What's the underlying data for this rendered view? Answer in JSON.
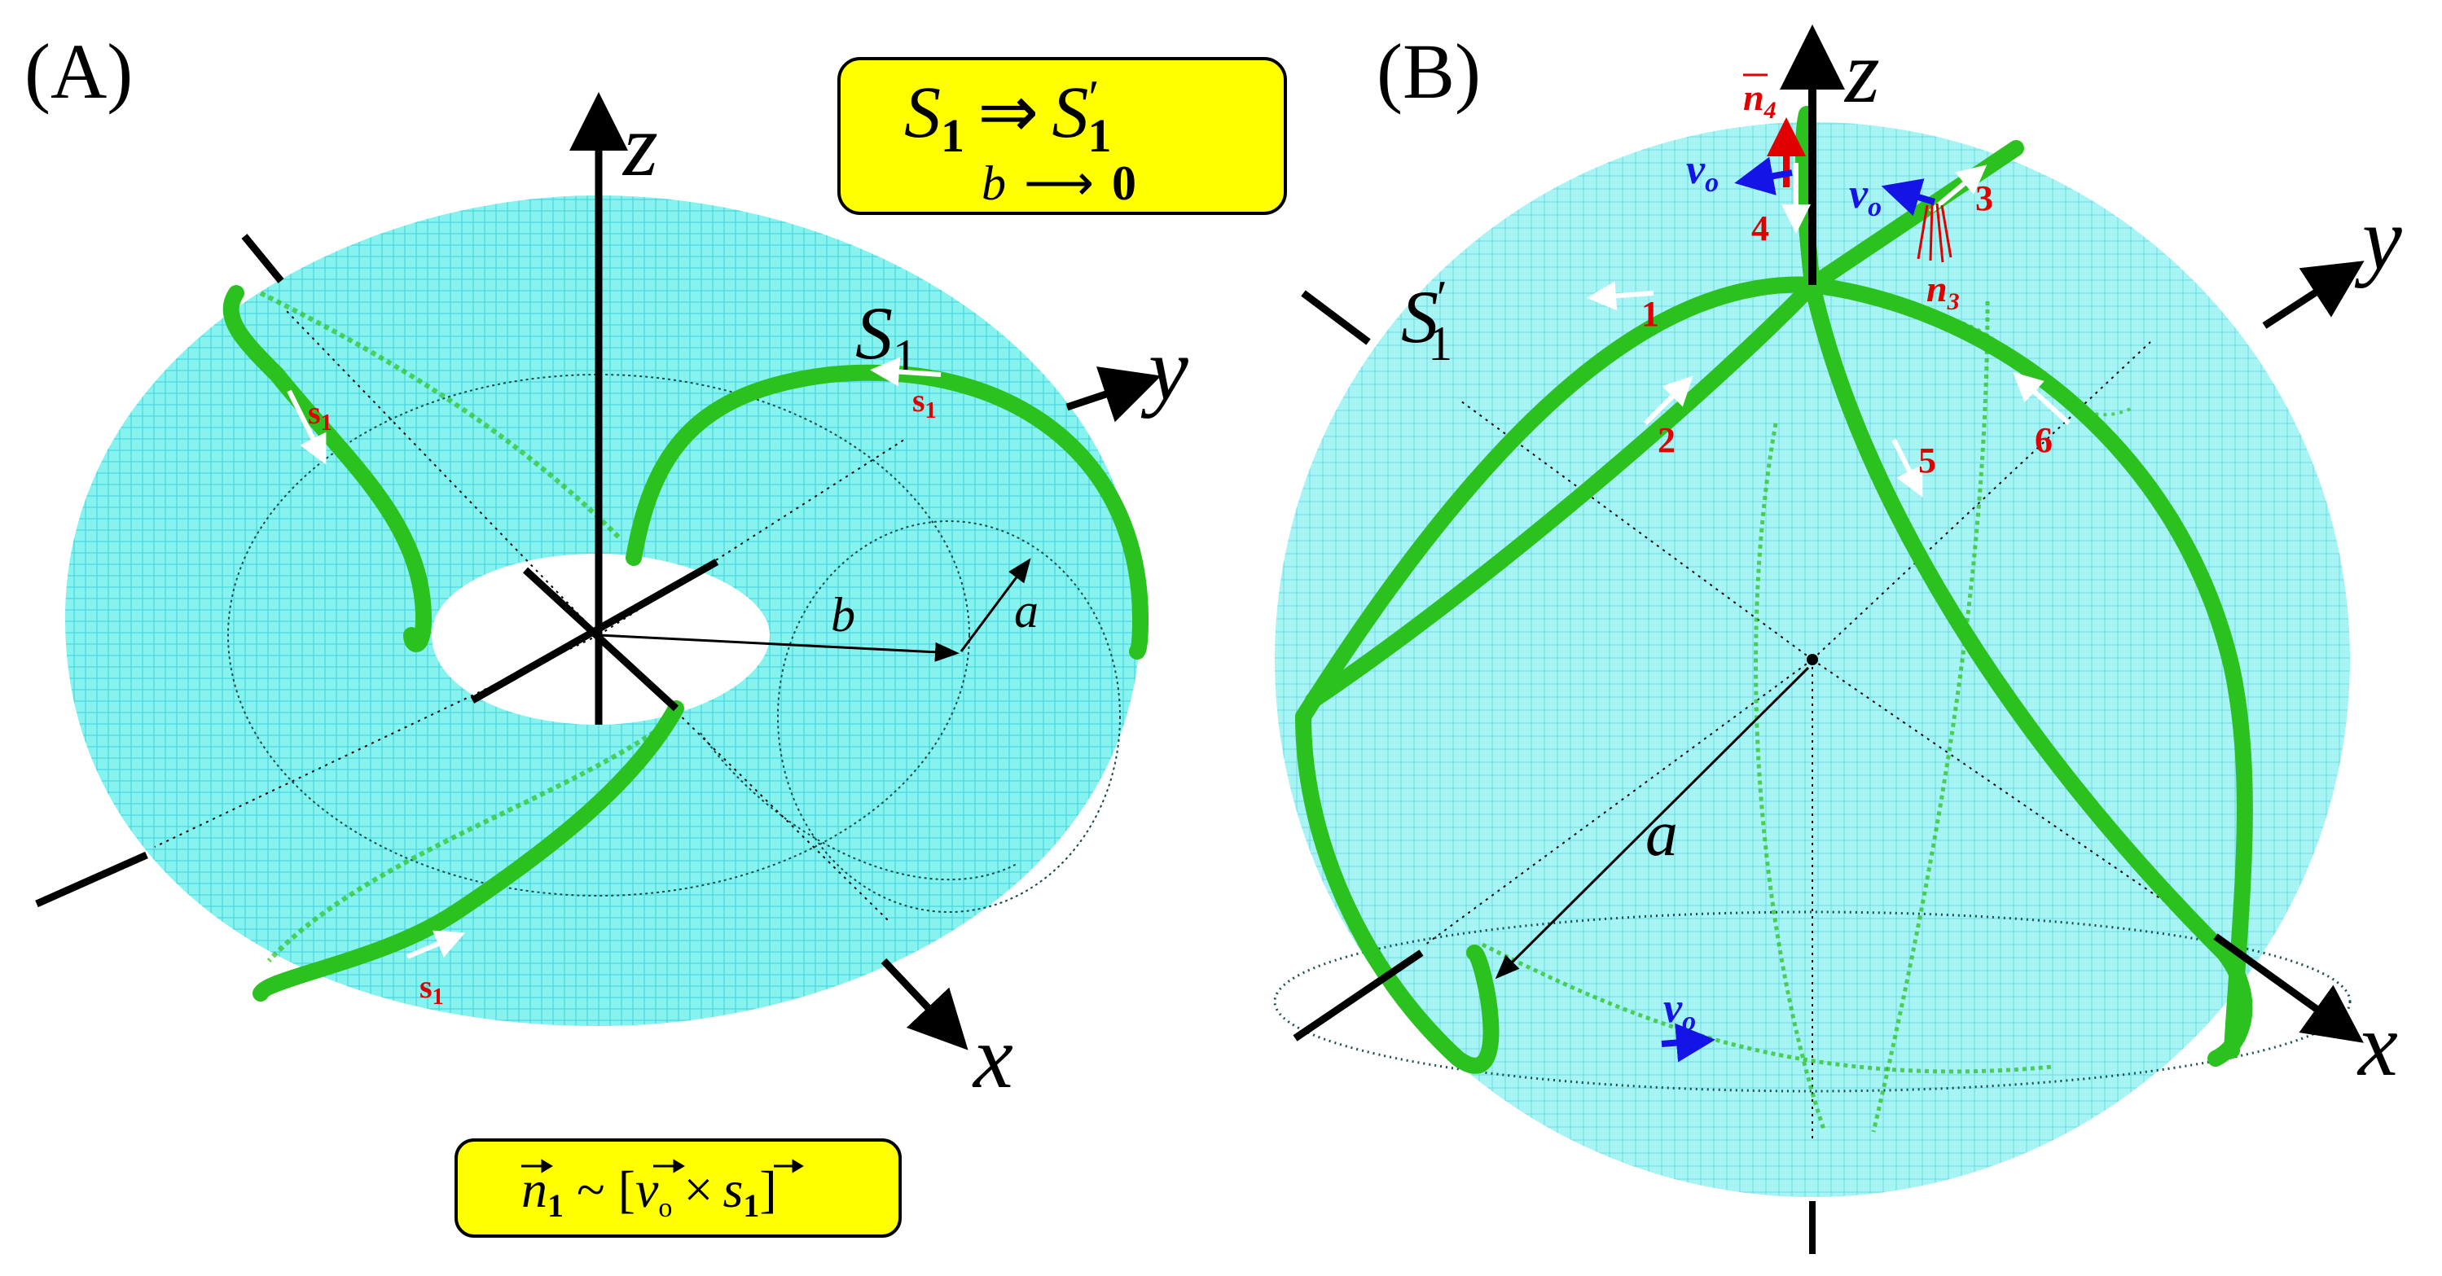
{
  "panels": {
    "A": {
      "label": "(A)",
      "axes": {
        "z": "z",
        "y": "y",
        "x": "x"
      },
      "curve_label": "S",
      "curve_sub": "1",
      "radius_labels": {
        "b": "b",
        "a": "a"
      },
      "spin_labels": [
        "s",
        "s",
        "s"
      ],
      "spin_sub": "1",
      "top_box": {
        "line1_left": "S",
        "line1_left_sub": "1",
        "arrow": "⇒",
        "line1_right": "S",
        "line1_right_sub": "1",
        "prime": "′",
        "line2_var": "b",
        "line2_arrow": "⟶",
        "line2_value": "0"
      },
      "bottom_box": {
        "n": "n",
        "n_sub": "1",
        "relation": "~",
        "open": "[",
        "v": "v",
        "v_sub": "o",
        "times": "×",
        "s": "s",
        "s_sub": "1",
        "close": "]"
      }
    },
    "B": {
      "label": "(B)",
      "axes": {
        "z": "z",
        "y": "y",
        "x": "x"
      },
      "curve_label": "S",
      "curve_sub": "1",
      "curve_prime": "′",
      "radius_label": "a",
      "segment_numbers": [
        "1",
        "2",
        "3",
        "4",
        "5",
        "6"
      ],
      "vectors": {
        "n4": {
          "base": "n",
          "sub": "4"
        },
        "n3": {
          "base": "n",
          "sub": "3"
        },
        "v": {
          "base": "v",
          "sub": "o"
        }
      }
    }
  },
  "colors": {
    "surface": "#82f5f0",
    "mesh": "#2fd3df",
    "curve": "#2bc21f",
    "curve_dark": "#1e8f14",
    "box_fill": "#ffff00",
    "red": "#e00000",
    "blue": "#1414e6",
    "axis": "#000000"
  }
}
